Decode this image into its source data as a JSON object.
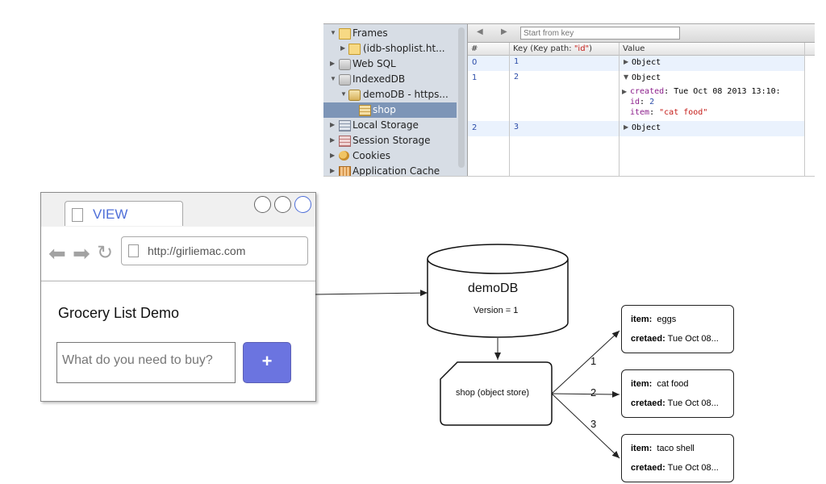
{
  "devtools": {
    "tree": [
      {
        "label": "Frames",
        "icon": "folder-icon",
        "expanded": true
      },
      {
        "label": "(idb-shoplist.ht...",
        "icon": "folder-icon",
        "expanded": false
      },
      {
        "label": "Web SQL",
        "icon": "database-icon",
        "expanded": false
      },
      {
        "label": "IndexedDB",
        "icon": "database-icon",
        "expanded": true
      },
      {
        "label": "demoDB - https...",
        "icon": "database-icon",
        "expanded": true
      },
      {
        "label": "shop",
        "icon": "object-store-icon",
        "selected": true
      },
      {
        "label": "Local Storage",
        "icon": "local-storage-icon",
        "expanded": false
      },
      {
        "label": "Session Storage",
        "icon": "session-storage-icon",
        "expanded": false
      },
      {
        "label": "Cookies",
        "icon": "cookie-icon",
        "expanded": false
      },
      {
        "label": "Application Cache",
        "icon": "app-cache-icon",
        "expanded": false
      }
    ],
    "toolbar": {
      "back_icon": "triangle-left-icon",
      "forward_icon": "triangle-right-icon",
      "search_placeholder": "Start from key"
    },
    "columns": {
      "num": "#",
      "key_prefix": "Key (Key path: ",
      "key_path": "\"id\"",
      "key_suffix": ")",
      "value": "Value"
    },
    "rows": [
      {
        "index": "0",
        "key": "1",
        "value": "Object"
      },
      {
        "index": "1",
        "key": "2",
        "value": "Object",
        "expanded": [
          {
            "prop": "created",
            "val": "Tue Oct 08 2013 13:10:"
          },
          {
            "prop": "id",
            "val": "2"
          },
          {
            "prop": "item",
            "val": "\"cat food\""
          }
        ]
      },
      {
        "index": "2",
        "key": "3",
        "value": "Object"
      }
    ]
  },
  "browser": {
    "tab_title": "VIEW",
    "url": "http://girliemac.com",
    "app_title": "Grocery List Demo",
    "input_placeholder": "What do you need to buy?",
    "add_button": "+",
    "accent_color": "#6b74e0"
  },
  "diagram": {
    "database": {
      "name": "demoDB",
      "version": "Version = 1"
    },
    "object_store": "shop (object store)",
    "records": [
      {
        "edge": "1",
        "item_label": "item:",
        "item": "eggs",
        "created_label": "cretaed:",
        "created": "Tue Oct 08..."
      },
      {
        "edge": "2",
        "item_label": "item:",
        "item": "cat food",
        "created_label": "cretaed:",
        "created": "Tue Oct 08..."
      },
      {
        "edge": "3",
        "item_label": "item:",
        "item": "taco shell",
        "created_label": "cretaed:",
        "created": "Tue Oct 08..."
      }
    ]
  }
}
